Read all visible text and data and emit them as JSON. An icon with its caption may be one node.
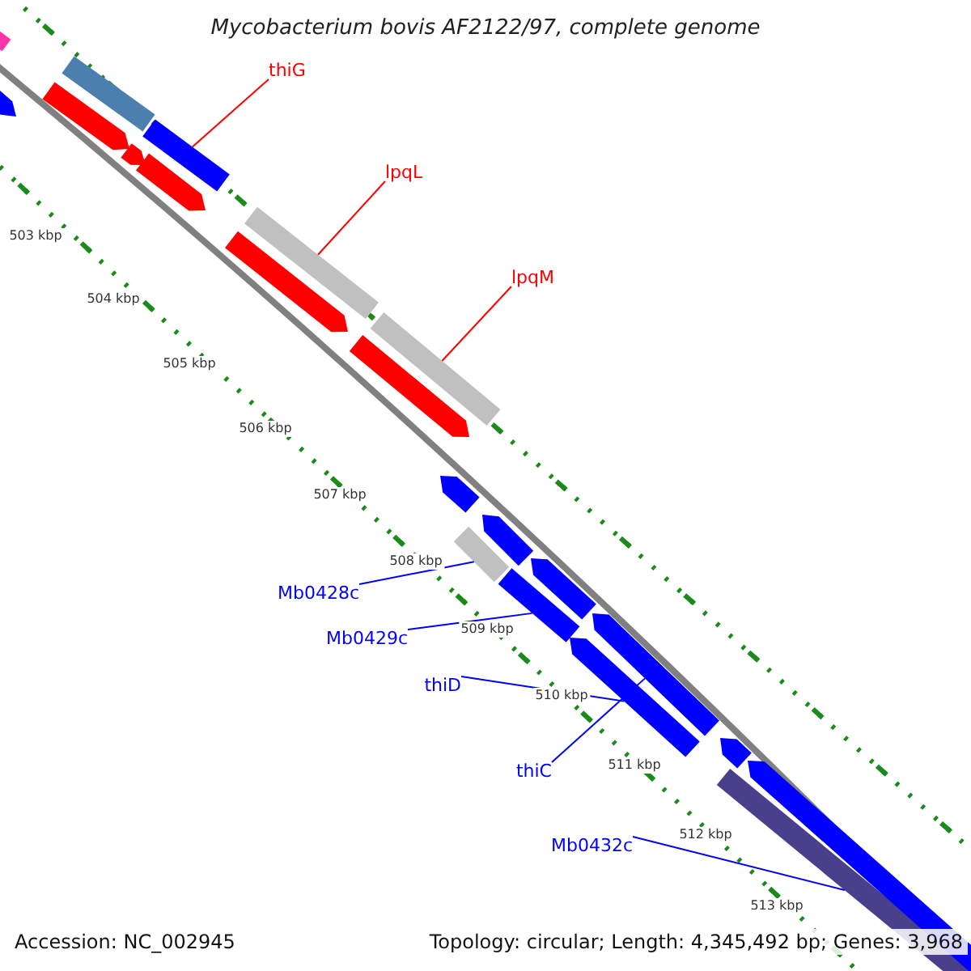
{
  "diagram": {
    "title": "Mycobacterium bovis AF2122/97, complete genome",
    "nodes": [
      {
        "text": [
          "thiG"
        ]
      },
      {
        "text": [
          "lpqL"
        ]
      },
      {
        "text": [
          "lpqM"
        ]
      },
      {
        "text": [
          "Mb0428c"
        ]
      },
      {
        "text": [
          "Mb0429c"
        ]
      },
      {
        "text": [
          "thiD"
        ]
      },
      {
        "text": [
          "thiC"
        ]
      },
      {
        "text": [
          "Mb0432c"
        ]
      },
      {
        "text": [],
        "shape": "bar"
      },
      {
        "text": [],
        "shape": "bar"
      },
      {
        "text": [],
        "shape": "bar"
      },
      {
        "text": [],
        "shape": "bar"
      },
      {
        "text": [],
        "shape": "bar"
      },
      {
        "text": [],
        "shape": "bar"
      },
      {
        "text": [],
        "shape": "bar"
      },
      {
        "text": [],
        "shape": "bar"
      },
      {
        "text": [],
        "shape": "bar"
      },
      {
        "text": [],
        "shape": "bar"
      },
      {
        "text": [],
        "shape": "bar"
      },
      {
        "text": [],
        "shape": "bar"
      },
      {
        "text": [],
        "shape": "bar"
      },
      {
        "text": [],
        "shape": "bar"
      },
      {
        "text": [],
        "shape": "bar"
      },
      {
        "text": [],
        "shape": "bar"
      },
      {
        "text": [],
        "shape": "bar"
      },
      {
        "text": [],
        "shape": "bar"
      },
      {
        "text": [],
        "shape": "bar"
      },
      {
        "text": [],
        "shape": "bar"
      },
      {
        "text": [],
        "shape": "bar"
      }
    ],
    "edges": [
      {
        "from": 0,
        "to": 8,
        "arrow": "none",
        "color": "#ff0000"
      },
      {
        "from": 1,
        "to": 9,
        "arrow": "none",
        "color": "#ff0000"
      },
      {
        "from": 2,
        "to": 10,
        "arrow": "none",
        "color": "#ff0000"
      },
      {
        "from": 3,
        "to": 11,
        "arrow": "none"
      },
      {
        "from": 4,
        "to": 12,
        "arrow": "none"
      },
      {
        "from": 5,
        "to": 13,
        "arrow": "none"
      },
      {
        "from": 6,
        "to": 14,
        "arrow": "none"
      },
      {
        "from": 7,
        "to": 15,
        "arrow": "none"
      }
    ],
    "labels": [
      "503 kbp",
      "504 kbp",
      "505 kbp",
      "506 kbp",
      "507 kbp",
      "508 kbp",
      "509 kbp",
      "510 kbp",
      "511 kbp",
      "512 kbp",
      "513 kbp",
      "Accession: NC_002945",
      "Topology: circular; Length: 4,345,492 bp; Genes: 3,968"
    ]
  }
}
